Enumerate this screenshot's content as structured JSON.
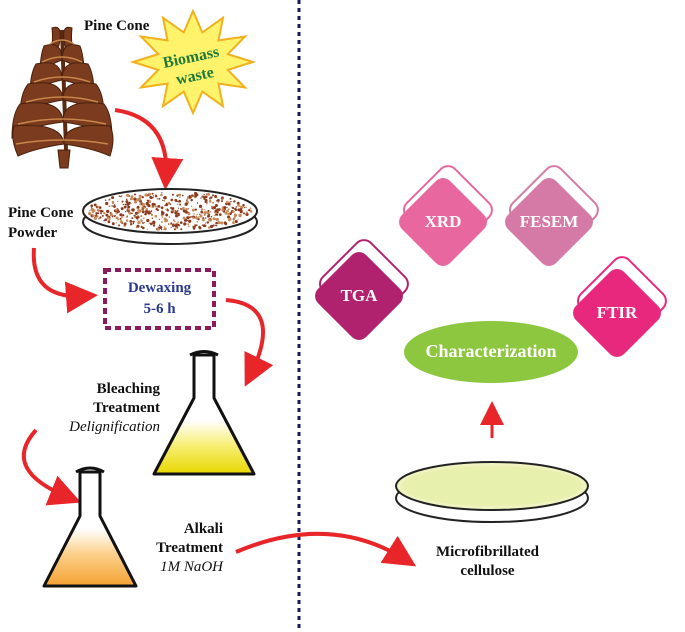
{
  "labels": {
    "pine_cone": "Pine Cone",
    "biomass_line1": "Biomass",
    "biomass_line2": "waste",
    "pine_cone_powder_line1": "Pine Cone",
    "pine_cone_powder_line2": "Powder",
    "dewaxing_line1": "Dewaxing",
    "dewaxing_line2": "5-6 h",
    "bleaching_line1": "Bleaching",
    "bleaching_line2": "Treatment",
    "bleaching_line3": "Delignification",
    "alkali_line1": "Alkali",
    "alkali_line2": "Treatment",
    "alkali_line3": "1M NaOH",
    "mfc_line1": "Microfibrillated",
    "mfc_line2": "cellulose",
    "characterization": "Characterization",
    "tga": "TGA",
    "xrd": "XRD",
    "fesem": "FESEM",
    "ftir": "FTIR"
  },
  "colors": {
    "arrow": "#e8262a",
    "divider": "#1a1a5e",
    "cone": "#7a3b1e",
    "dewax_border": "#8b1a5a",
    "dewax_text": "#2b3990",
    "biomass_star": "#f7c72a",
    "biomass_text": "#1f7a3a",
    "bleach_liquid": "#f2e600",
    "alkali_liquid": "#f4a732",
    "mfc_fill": "#e8efb0",
    "characterization": "#8dc63f",
    "tga": "#b0226e",
    "xrd": "#e8679e",
    "fesem": "#d57aa6",
    "ftir": "#e8287c"
  }
}
